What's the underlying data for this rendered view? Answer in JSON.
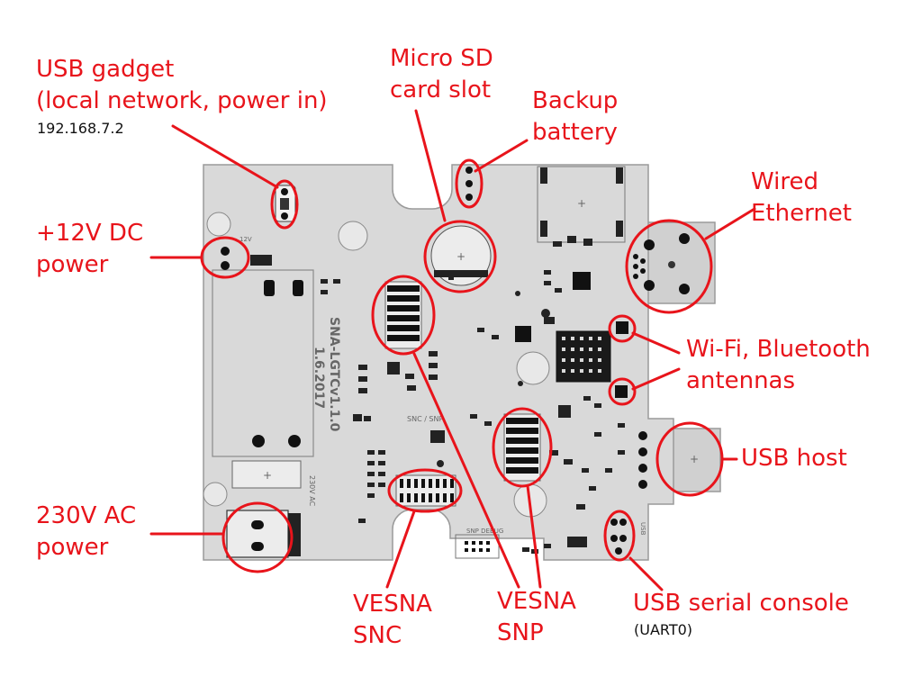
{
  "colors": {
    "callout": "#e8141b",
    "board": "#d9d9d9",
    "board_edge": "#9a9a9a",
    "parts": "#111111"
  },
  "board": {
    "silkscreen_name": "SNA-LGTCv1.1.0",
    "silkscreen_date": "1.6.2017",
    "silk_snc_snp": "SNC / SNP",
    "silk_snp_debug": "SNP DEBUG",
    "silk_230vac": "230V AC",
    "silk_12v": "12V",
    "silk_usb": "USB"
  },
  "callouts": [
    {
      "id": "usb-gadget",
      "lines": [
        "USB gadget",
        "(local network, power in)"
      ],
      "sub": "192.168.7.2"
    },
    {
      "id": "micro-sd",
      "lines": [
        "Micro SD",
        "card slot"
      ]
    },
    {
      "id": "backup-battery",
      "lines": [
        "Backup",
        "battery"
      ]
    },
    {
      "id": "wired-ethernet",
      "lines": [
        "Wired",
        "Ethernet"
      ]
    },
    {
      "id": "dc-power",
      "lines": [
        "+12V DC",
        "power"
      ]
    },
    {
      "id": "wifi-bt",
      "lines": [
        "Wi-Fi, Bluetooth",
        "antennas"
      ]
    },
    {
      "id": "usb-host",
      "lines": [
        "USB host"
      ]
    },
    {
      "id": "ac-power",
      "lines": [
        "230V AC",
        "power"
      ]
    },
    {
      "id": "vesna-snc",
      "lines": [
        "VESNA",
        "SNC"
      ]
    },
    {
      "id": "vesna-snp",
      "lines": [
        "VESNA",
        "SNP"
      ]
    },
    {
      "id": "usb-serial",
      "lines": [
        "USB serial console"
      ],
      "sub": "(UART0)"
    }
  ]
}
